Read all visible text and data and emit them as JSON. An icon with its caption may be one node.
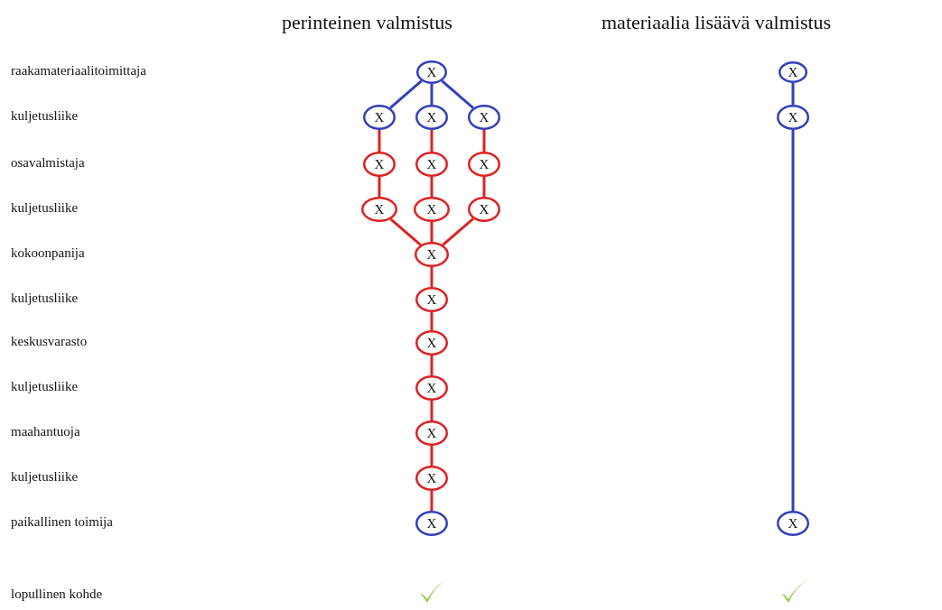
{
  "diagram": {
    "nodes": [
      {
        "text": [
          "X"
        ]
      },
      {
        "text": [
          "X"
        ]
      },
      {
        "text": [
          "X"
        ]
      },
      {
        "text": [
          "X"
        ]
      },
      {
        "text": [
          "X"
        ]
      },
      {
        "text": [
          "X"
        ]
      },
      {
        "text": [
          "X"
        ]
      },
      {
        "text": [
          "X"
        ]
      },
      {
        "text": [
          "X"
        ]
      },
      {
        "text": [
          "X"
        ]
      },
      {
        "text": [
          "X"
        ]
      },
      {
        "text": [
          "X"
        ]
      },
      {
        "text": [
          "X"
        ]
      },
      {
        "text": [
          "X"
        ]
      },
      {
        "text": [
          "X"
        ]
      },
      {
        "text": [
          "X"
        ]
      },
      {
        "text": [
          "X"
        ]
      },
      {
        "text": [
          "X"
        ]
      },
      {
        "text": [
          "X"
        ]
      },
      {
        "text": [
          "X"
        ]
      },
      {
        "text": [],
        "shape": "checkmark"
      },
      {
        "text": [],
        "shape": "checkmark"
      }
    ],
    "edges": [
      {
        "from": 0,
        "to": 2,
        "arrow": "none",
        "color": "#3340bb"
      },
      {
        "from": 0,
        "to": 3,
        "arrow": "none",
        "color": "#3340bb"
      },
      {
        "from": 0,
        "to": 4,
        "arrow": "none",
        "color": "#3340bb"
      },
      {
        "from": 2,
        "to": 6,
        "arrow": "none"
      },
      {
        "from": 3,
        "to": 7,
        "arrow": "none"
      },
      {
        "from": 4,
        "to": 8,
        "arrow": "none"
      },
      {
        "from": 6,
        "to": 9,
        "arrow": "none"
      },
      {
        "from": 7,
        "to": 10,
        "arrow": "none"
      },
      {
        "from": 8,
        "to": 11,
        "arrow": "none"
      },
      {
        "from": 9,
        "to": 12,
        "arrow": "none"
      },
      {
        "from": 10,
        "to": 12,
        "arrow": "none"
      },
      {
        "from": 11,
        "to": 12,
        "arrow": "none"
      },
      {
        "from": 12,
        "to": 13,
        "arrow": "none"
      },
      {
        "from": 13,
        "to": 14,
        "arrow": "none"
      },
      {
        "from": 14,
        "to": 15,
        "arrow": "none"
      },
      {
        "from": 15,
        "to": 16,
        "arrow": "none"
      },
      {
        "from": 16,
        "to": 17,
        "arrow": "none"
      },
      {
        "from": 17,
        "to": 18,
        "arrow": "none"
      },
      {
        "from": 1,
        "to": 5,
        "arrow": "none",
        "color": "#3340bb"
      },
      {
        "from": 5,
        "to": 19,
        "arrow": "none",
        "color": "#3340bb"
      }
    ],
    "labels": [
      "perinteinen valmistus",
      "materiaalia lisäävä valmistus",
      "raakamateriaalitoimittaja",
      "kuljetusliike",
      "osavalmistaja",
      "kuljetusliike",
      "kokoonpanija",
      "kuljetusliike",
      "keskusvarasto",
      "kuljetusliike",
      "maahantuoja",
      "kuljetusliike",
      "paikallinen toimija",
      "lopullinen kohde"
    ]
  }
}
